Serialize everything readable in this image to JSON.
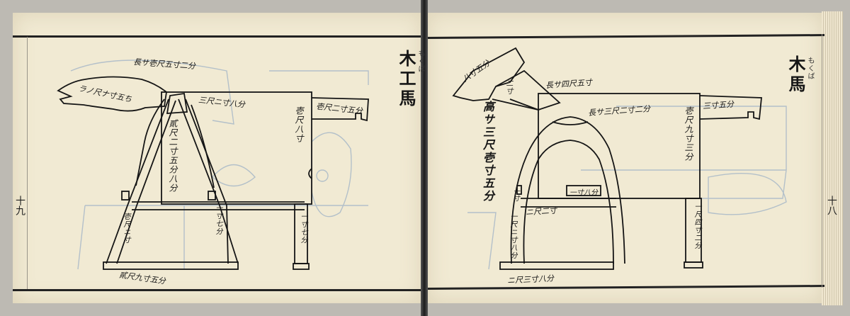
{
  "left_page": {
    "title": "木工馬",
    "title_ruby": "もくば",
    "labels": {
      "head": "ラノ尺ナ寸五ち",
      "top_span": "三尺ニ寸八分",
      "tail": "壱尺二寸五分",
      "right_leg_top": "壱尺八寸",
      "diagonal_leg": "貳尺二寸五分八分",
      "top_length": "長サ壱尺五寸二分",
      "right_post": "一寸七分",
      "inner_post": "一寸七分",
      "left_post": "壱尺ニ寸",
      "base_length": "貳尺九寸五分"
    },
    "folio": "十九"
  },
  "right_page": {
    "title": "木馬",
    "title_ruby": "もくば",
    "labels": {
      "head": "八寸五分",
      "head_inner": "二寸",
      "top_length": "長サ四尺五寸",
      "neck": "長サ三尺二寸二分",
      "tail": "三寸五分",
      "body_height": "壱尺九寸三分",
      "height": "高サ三尺壱寸五分",
      "mid_plank": "一寸八分",
      "inner_small": "一寸",
      "cross_bar": "ニ尺二寸",
      "left_post": "一尺ニ寸八分",
      "right_post": "一尺四寸二分",
      "base_length": "ニ尺三寸八分"
    },
    "folio": "十八"
  },
  "colors": {
    "paper": "#f1ead3",
    "ink": "#161616",
    "bleed": "#a9b9c8",
    "rule": "#222222"
  }
}
